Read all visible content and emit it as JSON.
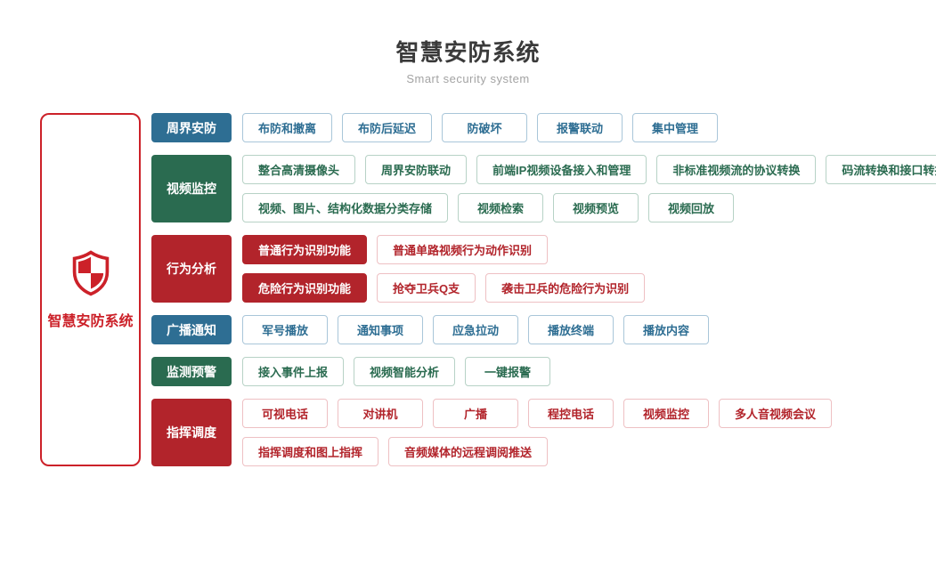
{
  "page": {
    "title": "智慧安防系统",
    "subtitle": "Smart security system"
  },
  "root_node": {
    "label": "智慧安防系统",
    "icon": "shield-icon"
  },
  "colors": {
    "blue": "#2e6e93",
    "blue_border": "#a9c6d9",
    "green": "#2a6b50",
    "green_border": "#b7d2c6",
    "red": "#b2242b",
    "red_border": "#eec0c3",
    "brand_red": "#cc2129"
  },
  "categories": [
    {
      "label": "周界安防",
      "color": "blue",
      "rows": [
        [
          {
            "label": "布防和撤离"
          },
          {
            "label": "布防后延迟"
          },
          {
            "label": "防破坏"
          },
          {
            "label": "报警联动"
          },
          {
            "label": "集中管理"
          }
        ]
      ]
    },
    {
      "label": "视频监控",
      "color": "green",
      "rows": [
        [
          {
            "label": "整合高清摄像头"
          },
          {
            "label": "周界安防联动"
          },
          {
            "label": "前端IP视频设备接入和管理"
          },
          {
            "label": "非标准视频流的协议转换"
          },
          {
            "label": "码流转换和接口转换"
          }
        ],
        [
          {
            "label": "视频、图片、结构化数据分类存储"
          },
          {
            "label": "视频检索"
          },
          {
            "label": "视频预览"
          },
          {
            "label": "视频回放"
          }
        ]
      ]
    },
    {
      "label": "行为分析",
      "color": "red",
      "rows": [
        [
          {
            "label": "普通行为识别功能",
            "filled": true
          },
          {
            "label": "普通单路视频行为动作识别"
          }
        ],
        [
          {
            "label": "危险行为识别功能",
            "filled": true
          },
          {
            "label": "抢夺卫兵Q支"
          },
          {
            "label": "袭击卫兵的危险行为识别"
          }
        ]
      ]
    },
    {
      "label": "广播通知",
      "color": "blue",
      "rows": [
        [
          {
            "label": "军号播放"
          },
          {
            "label": "通知事项"
          },
          {
            "label": "应急拉动"
          },
          {
            "label": "播放终端"
          },
          {
            "label": "播放内容"
          }
        ]
      ]
    },
    {
      "label": "监测预警",
      "color": "green",
      "rows": [
        [
          {
            "label": "接入事件上报"
          },
          {
            "label": "视频智能分析"
          },
          {
            "label": "一键报警"
          }
        ]
      ]
    },
    {
      "label": "指挥调度",
      "color": "red",
      "rows": [
        [
          {
            "label": "可视电话"
          },
          {
            "label": "对讲机"
          },
          {
            "label": "广播"
          },
          {
            "label": "程控电话"
          },
          {
            "label": "视频监控"
          },
          {
            "label": "多人音视频会议"
          }
        ],
        [
          {
            "label": "指挥调度和图上指挥"
          },
          {
            "label": "音频媒体的远程调阅推送"
          }
        ]
      ]
    }
  ]
}
